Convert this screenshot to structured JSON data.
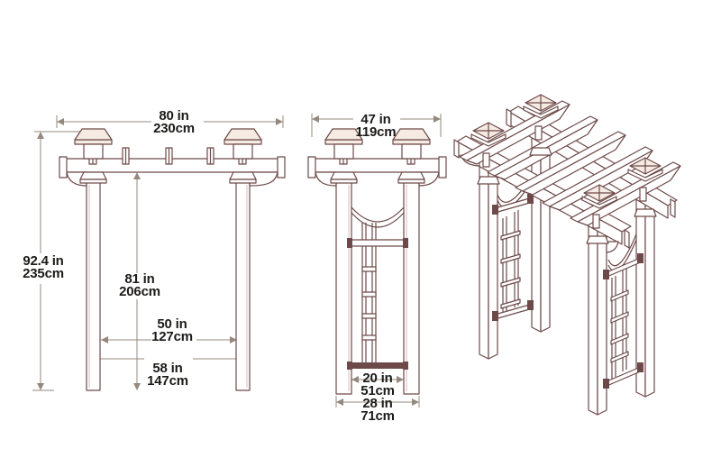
{
  "colors": {
    "background": "#ffffff",
    "line": "#6d4a49",
    "line_light": "#c8aea9",
    "dim_line": "#95897e",
    "text": "#1c1b19",
    "cap_fill": "#f5ebe2"
  },
  "views": {
    "front": {
      "dims": {
        "width": {
          "in": "80 in",
          "cm": "230cm"
        },
        "height": {
          "in": "92.4 in",
          "cm": "235cm"
        },
        "clearance": {
          "in": "81 in",
          "cm": "206cm"
        },
        "inner_width": {
          "in": "50 in",
          "cm": "127cm"
        },
        "post_span": {
          "in": "58 in",
          "cm": "147cm"
        }
      }
    },
    "side": {
      "dims": {
        "depth": {
          "in": "47 in",
          "cm": "119cm"
        },
        "inner_depth": {
          "in": "20 in",
          "cm": "51cm"
        },
        "post_depth": {
          "in": "28 in",
          "cm": "71cm"
        }
      }
    }
  }
}
